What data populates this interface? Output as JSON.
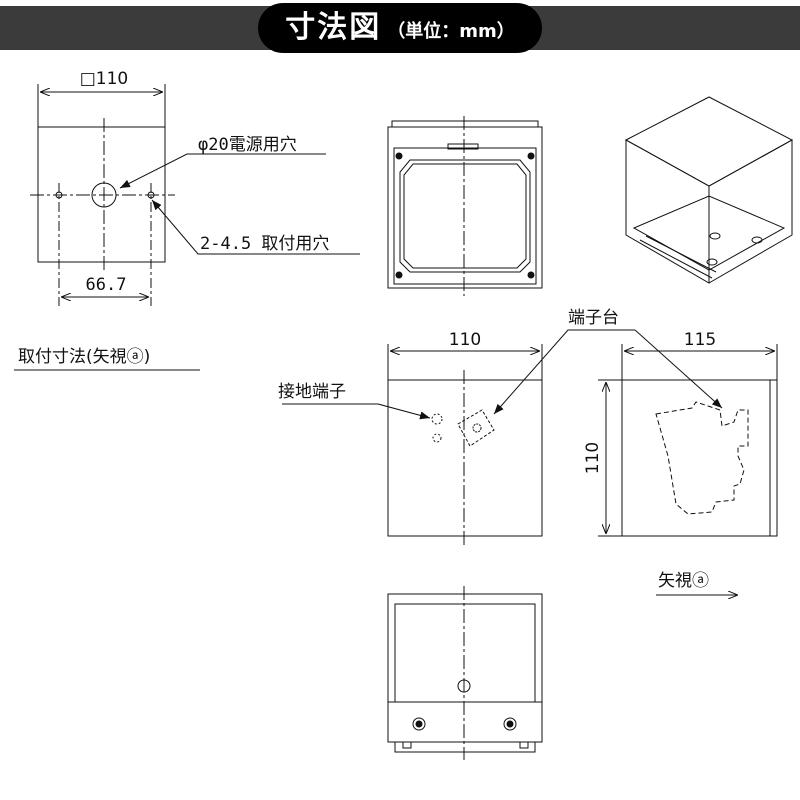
{
  "header": {
    "title": "寸法図",
    "unit": "（単位：mm）"
  },
  "mounting_view": {
    "size_label": "□110",
    "hole_power_label": "φ20電源用穴",
    "hole_mount_label": "2-4.5 取付用穴",
    "pitch_label": "66.7",
    "caption": "取付寸法(矢視ⓐ)"
  },
  "front_view": {
    "width_label": "110",
    "ground_label": "接地端子",
    "terminal_label": "端子台"
  },
  "side_view": {
    "width_label": "115",
    "height_label": "110",
    "arrow_label": "矢視ⓐ"
  },
  "colors": {
    "line": "#111111",
    "banner_bg": "#3b3b3b",
    "banner_pill": "#000000",
    "banner_text": "#ffffff"
  }
}
